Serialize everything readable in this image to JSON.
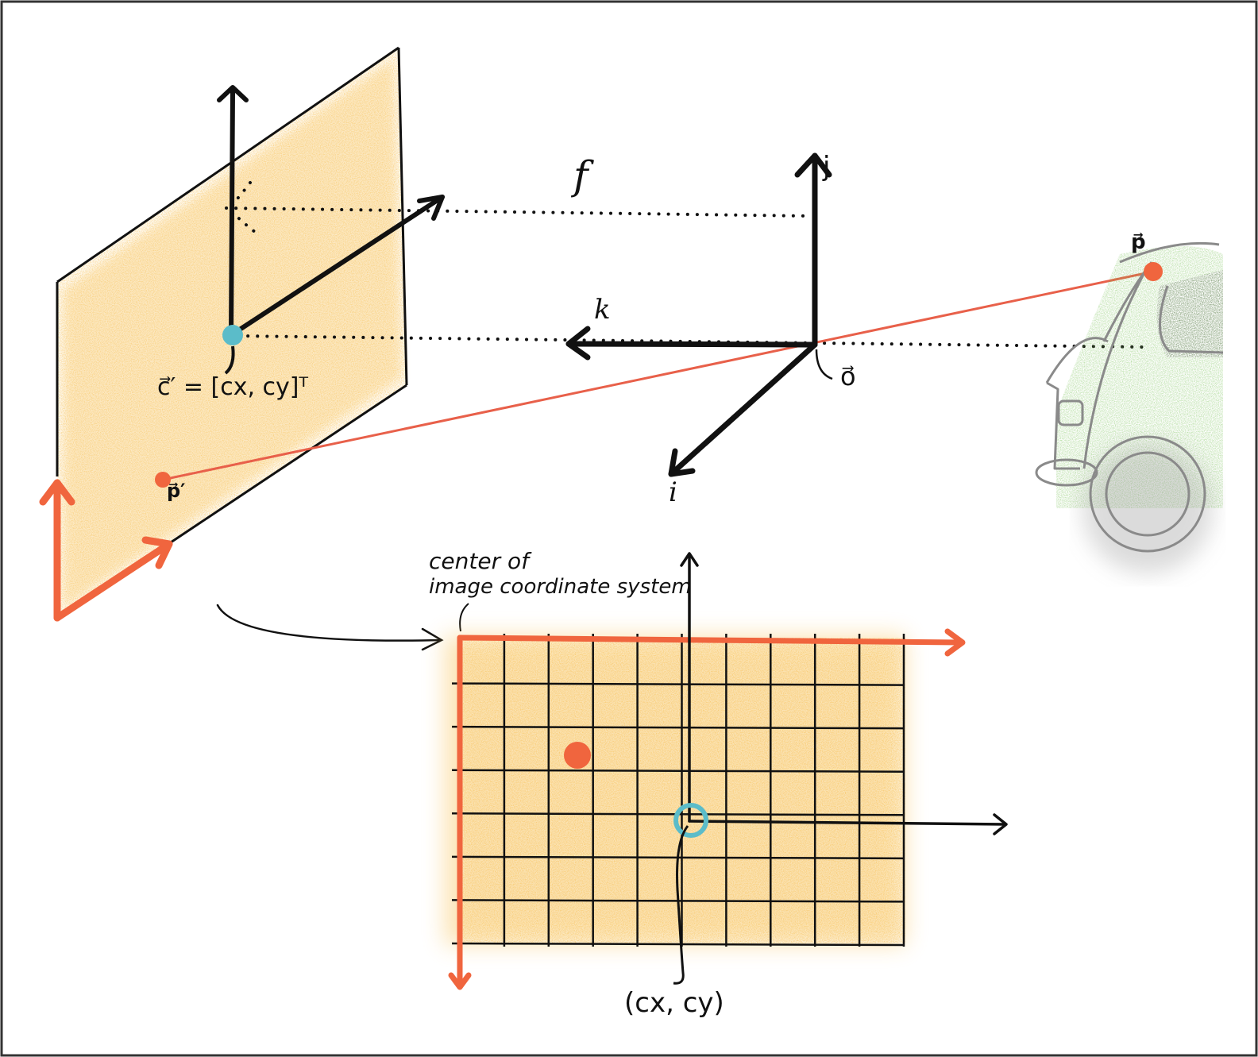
{
  "diagram": {
    "title": "Pinhole camera model: projecting a 3D point onto the image plane",
    "colors": {
      "image_plane_fill": "#f6b73c",
      "image_axis_red": "#f0653e",
      "principal_point_cyan": "#5bbcc9",
      "ray_red": "#e8604a",
      "car_green": "#7cc35a",
      "car_outline_gray": "#8a8a8a",
      "ink": "#111111"
    },
    "labels": {
      "focal_length": "f",
      "axis_j": "j",
      "axis_k": "k",
      "axis_i": "i",
      "origin": "o⃗",
      "world_point": "p⃗",
      "projected_point": "p⃗′",
      "principal_point_eq": "c⃗′ = [cx, cy]ᵀ",
      "principal_point_coords": "(cx, cy)",
      "image_origin_line1": "center of",
      "image_origin_line2": "image coordinate system"
    },
    "icons": {
      "world_object": "car-icon",
      "camera_center": "origin-point-icon"
    },
    "grid": {
      "columns": 10,
      "rows": 7
    }
  }
}
